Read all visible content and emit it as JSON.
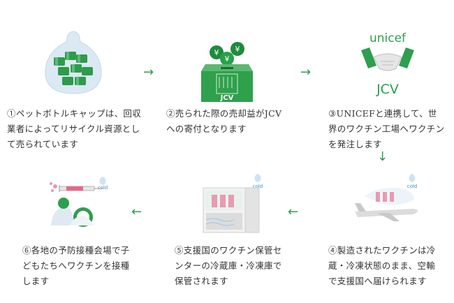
{
  "steps": [
    {
      "lines": [
        "①ペットボトルキャップは、回収",
        "業者によってリサイクル資源とし",
        "て売られています"
      ]
    },
    {
      "lines": [
        "②売られた際の売却益がJCV",
        "への寄付となります"
      ]
    },
    {
      "lines": [
        "③UNICEFと連携して、世",
        "界のワクチン工場へワクチン",
        "を発注します"
      ]
    },
    {
      "lines": [
        "④製造されたワクチンは冷",
        "蔵・冷凍状態のまま、空輸",
        "で支援国へ届けられます"
      ]
    },
    {
      "lines": [
        "⑤支援国のワクチン保管セ",
        "ンターの冷蔵庫・冷凍庫で",
        "保管されます"
      ]
    },
    {
      "lines": [
        "⑥各地の予防接種会場で子",
        "どもたちへワクチンを接種",
        "します"
      ]
    }
  ],
  "labels": {
    "unicef": "unicef",
    "jcv": "JCV",
    "box_jcv": "JCV",
    "cold": "cold"
  },
  "colors": {
    "accent": "#2e9e4f",
    "cold_blue": "#3a8bd0"
  }
}
